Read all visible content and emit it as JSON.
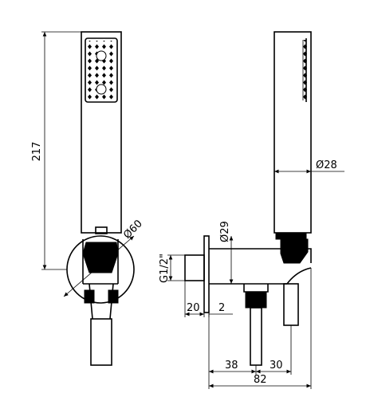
{
  "dimensions": {
    "length_total": "217",
    "diameter_flange": "Ø60",
    "diameter_handle": "Ø28",
    "diameter_outlet": "Ø29",
    "thread": "G1/2\"",
    "inlet_length": "20",
    "flange_thickness": "2",
    "inlet_to_hose": "38",
    "hose_to_holder": "30",
    "total_depth": "82"
  }
}
